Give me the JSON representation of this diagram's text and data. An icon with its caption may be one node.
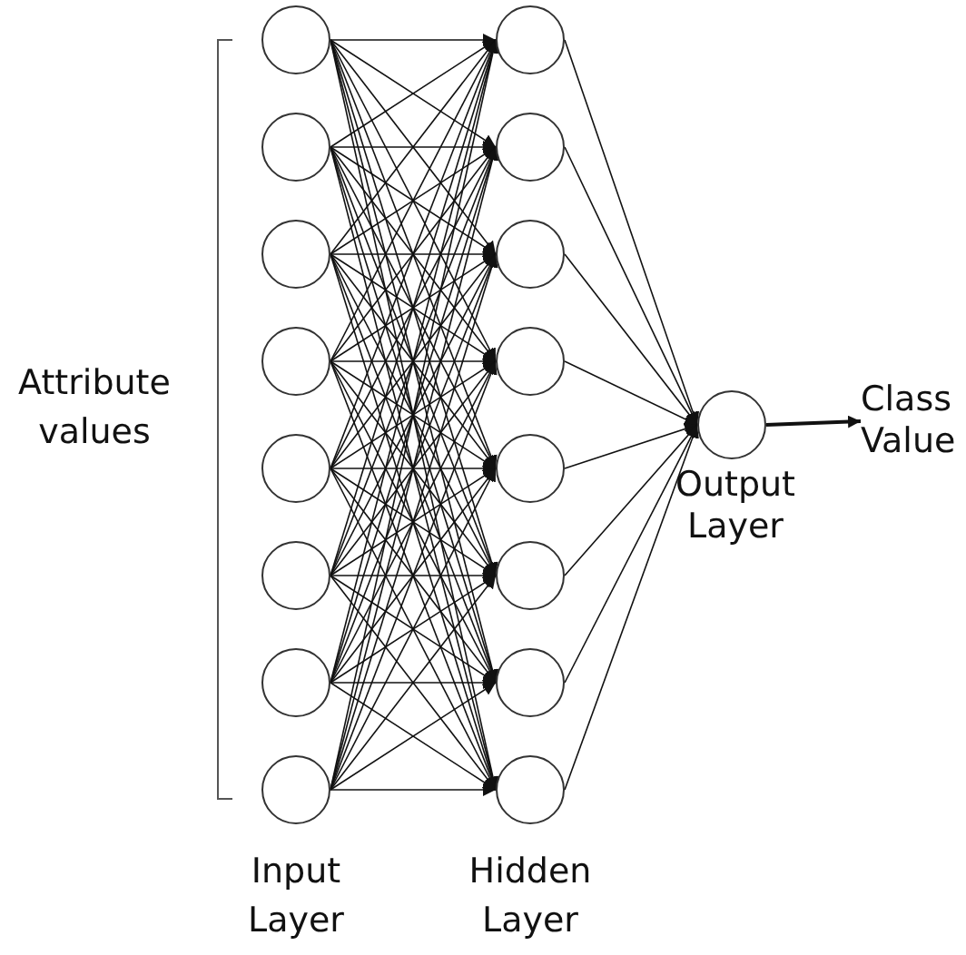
{
  "diagram": {
    "nodes": [
      {
        "text": [],
        "shape": "circle"
      },
      {
        "text": [],
        "shape": "circle"
      },
      {
        "text": [],
        "shape": "circle"
      },
      {
        "text": [],
        "shape": "circle"
      },
      {
        "text": [],
        "shape": "circle"
      },
      {
        "text": [],
        "shape": "circle"
      },
      {
        "text": [],
        "shape": "circle"
      },
      {
        "text": [],
        "shape": "circle"
      },
      {
        "text": [],
        "shape": "circle"
      },
      {
        "text": [],
        "shape": "circle"
      },
      {
        "text": [],
        "shape": "circle"
      },
      {
        "text": [],
        "shape": "circle"
      },
      {
        "text": [],
        "shape": "circle"
      },
      {
        "text": [],
        "shape": "circle"
      },
      {
        "text": [],
        "shape": "circle"
      },
      {
        "text": [],
        "shape": "circle"
      },
      {
        "text": [],
        "shape": "circle",
        "beside": [
          "Output Layer"
        ]
      },
      {
        "text": [
          "Class Value"
        ]
      }
    ],
    "edges": [
      {
        "from": 0,
        "to": 8,
        "arrow": "to"
      },
      {
        "from": 0,
        "to": 9,
        "arrow": "to"
      },
      {
        "from": 0,
        "to": 10,
        "arrow": "to"
      },
      {
        "from": 0,
        "to": 11,
        "arrow": "to"
      },
      {
        "from": 0,
        "to": 12,
        "arrow": "to"
      },
      {
        "from": 0,
        "to": 13,
        "arrow": "to"
      },
      {
        "from": 0,
        "to": 14,
        "arrow": "to"
      },
      {
        "from": 0,
        "to": 15,
        "arrow": "to"
      },
      {
        "from": 1,
        "to": 8,
        "arrow": "to"
      },
      {
        "from": 1,
        "to": 9,
        "arrow": "to"
      },
      {
        "from": 1,
        "to": 10,
        "arrow": "to"
      },
      {
        "from": 1,
        "to": 11,
        "arrow": "to"
      },
      {
        "from": 1,
        "to": 12,
        "arrow": "to"
      },
      {
        "from": 1,
        "to": 13,
        "arrow": "to"
      },
      {
        "from": 1,
        "to": 14,
        "arrow": "to"
      },
      {
        "from": 1,
        "to": 15,
        "arrow": "to"
      },
      {
        "from": 2,
        "to": 8,
        "arrow": "to"
      },
      {
        "from": 2,
        "to": 9,
        "arrow": "to"
      },
      {
        "from": 2,
        "to": 10,
        "arrow": "to"
      },
      {
        "from": 2,
        "to": 11,
        "arrow": "to"
      },
      {
        "from": 2,
        "to": 12,
        "arrow": "to"
      },
      {
        "from": 2,
        "to": 13,
        "arrow": "to"
      },
      {
        "from": 2,
        "to": 14,
        "arrow": "to"
      },
      {
        "from": 2,
        "to": 15,
        "arrow": "to"
      },
      {
        "from": 3,
        "to": 8,
        "arrow": "to"
      },
      {
        "from": 3,
        "to": 9,
        "arrow": "to"
      },
      {
        "from": 3,
        "to": 10,
        "arrow": "to"
      },
      {
        "from": 3,
        "to": 11,
        "arrow": "to"
      },
      {
        "from": 3,
        "to": 12,
        "arrow": "to"
      },
      {
        "from": 3,
        "to": 13,
        "arrow": "to"
      },
      {
        "from": 3,
        "to": 14,
        "arrow": "to"
      },
      {
        "from": 3,
        "to": 15,
        "arrow": "to"
      },
      {
        "from": 4,
        "to": 8,
        "arrow": "to"
      },
      {
        "from": 4,
        "to": 9,
        "arrow": "to"
      },
      {
        "from": 4,
        "to": 10,
        "arrow": "to"
      },
      {
        "from": 4,
        "to": 11,
        "arrow": "to"
      },
      {
        "from": 4,
        "to": 12,
        "arrow": "to"
      },
      {
        "from": 4,
        "to": 13,
        "arrow": "to"
      },
      {
        "from": 4,
        "to": 14,
        "arrow": "to"
      },
      {
        "from": 4,
        "to": 15,
        "arrow": "to"
      },
      {
        "from": 5,
        "to": 8,
        "arrow": "to"
      },
      {
        "from": 5,
        "to": 9,
        "arrow": "to"
      },
      {
        "from": 5,
        "to": 10,
        "arrow": "to"
      },
      {
        "from": 5,
        "to": 11,
        "arrow": "to"
      },
      {
        "from": 5,
        "to": 12,
        "arrow": "to"
      },
      {
        "from": 5,
        "to": 13,
        "arrow": "to"
      },
      {
        "from": 5,
        "to": 14,
        "arrow": "to"
      },
      {
        "from": 5,
        "to": 15,
        "arrow": "to"
      },
      {
        "from": 6,
        "to": 8,
        "arrow": "to"
      },
      {
        "from": 6,
        "to": 9,
        "arrow": "to"
      },
      {
        "from": 6,
        "to": 10,
        "arrow": "to"
      },
      {
        "from": 6,
        "to": 11,
        "arrow": "to"
      },
      {
        "from": 6,
        "to": 12,
        "arrow": "to"
      },
      {
        "from": 6,
        "to": 13,
        "arrow": "to"
      },
      {
        "from": 6,
        "to": 14,
        "arrow": "to"
      },
      {
        "from": 6,
        "to": 15,
        "arrow": "to"
      },
      {
        "from": 7,
        "to": 8,
        "arrow": "to"
      },
      {
        "from": 7,
        "to": 9,
        "arrow": "to"
      },
      {
        "from": 7,
        "to": 10,
        "arrow": "to"
      },
      {
        "from": 7,
        "to": 11,
        "arrow": "to"
      },
      {
        "from": 7,
        "to": 12,
        "arrow": "to"
      },
      {
        "from": 7,
        "to": 13,
        "arrow": "to"
      },
      {
        "from": 7,
        "to": 14,
        "arrow": "to"
      },
      {
        "from": 7,
        "to": 15,
        "arrow": "to"
      },
      {
        "from": 8,
        "to": 16,
        "arrow": "to"
      },
      {
        "from": 9,
        "to": 16,
        "arrow": "to"
      },
      {
        "from": 10,
        "to": 16,
        "arrow": "to"
      },
      {
        "from": 11,
        "to": 16,
        "arrow": "to"
      },
      {
        "from": 12,
        "to": 16,
        "arrow": "to"
      },
      {
        "from": 13,
        "to": 16,
        "arrow": "to"
      },
      {
        "from": 14,
        "to": 16,
        "arrow": "to"
      },
      {
        "from": 15,
        "to": 16,
        "arrow": "to"
      },
      {
        "from": 16,
        "to": 17,
        "arrow": "to"
      }
    ],
    "labels": [
      "Attribute values",
      "Input Layer",
      "Hidden Layer"
    ]
  }
}
